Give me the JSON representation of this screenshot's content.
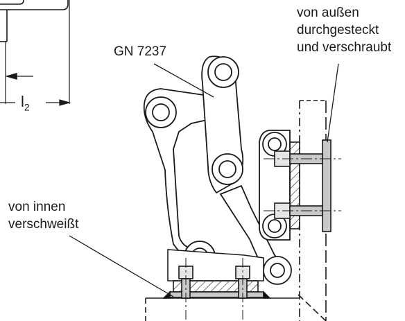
{
  "labels": {
    "product": "GN 7237",
    "outside_line1": "von außen",
    "outside_line2": "durchgesteckt",
    "outside_line3": "und verschraubt",
    "inside_line1": "von innen",
    "inside_line2": "verschweißt",
    "dimension_symbol": "l",
    "dimension_sub": "2"
  },
  "colors": {
    "line": "#1a1a1a",
    "part_fill": "#ffffff",
    "plate_fill": "#c8c8c8",
    "weld_fill": "#111111"
  }
}
